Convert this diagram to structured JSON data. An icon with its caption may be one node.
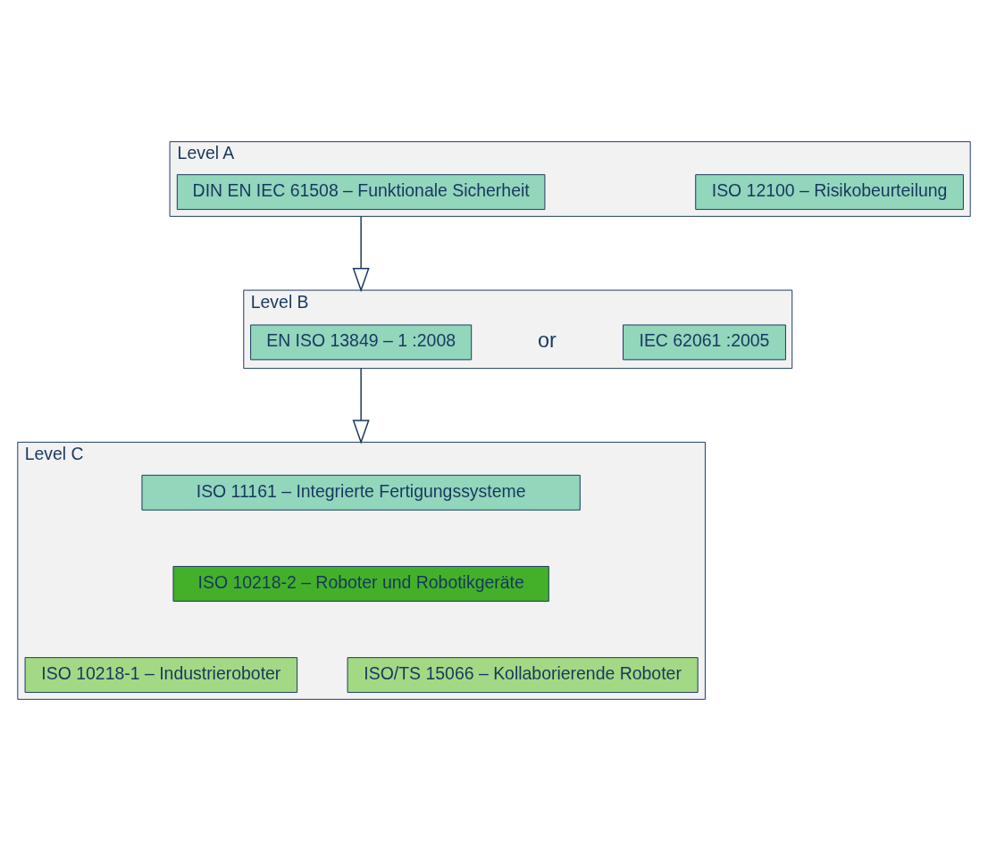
{
  "diagram": {
    "nodes": [
      {
        "text": [
          "Level A"
        ]
      },
      {
        "text": [
          "DIN EN IEC 61508 – Funktionale Sicherheit"
        ],
        "in": 0
      },
      {
        "text": [
          "ISO 12100 – Risikobeurteilung"
        ],
        "in": 0
      },
      {
        "text": [
          "Level B"
        ]
      },
      {
        "text": [
          "EN ISO 13849 – 1 :2008"
        ],
        "in": 3
      },
      {
        "text": [
          "IEC 62061 :2005"
        ],
        "in": 3
      },
      {
        "text": [
          "Level C"
        ]
      },
      {
        "text": [
          "ISO 11161 – Integrierte Fertigungssysteme"
        ],
        "in": 6
      },
      {
        "text": [
          "ISO 10218-2 – Roboter und Robotikgeräte"
        ],
        "in": 6
      },
      {
        "text": [
          "ISO 10218-1 – Industrieroboter"
        ],
        "in": 6
      },
      {
        "text": [
          "ISO/TS 15066 – Kollaborierende Roboter"
        ],
        "in": 6
      }
    ],
    "edges": [
      {
        "from": 0,
        "to": 3,
        "arrow": "to"
      },
      {
        "from": 3,
        "to": 6,
        "arrow": "to"
      }
    ],
    "labels": [
      "or"
    ]
  }
}
